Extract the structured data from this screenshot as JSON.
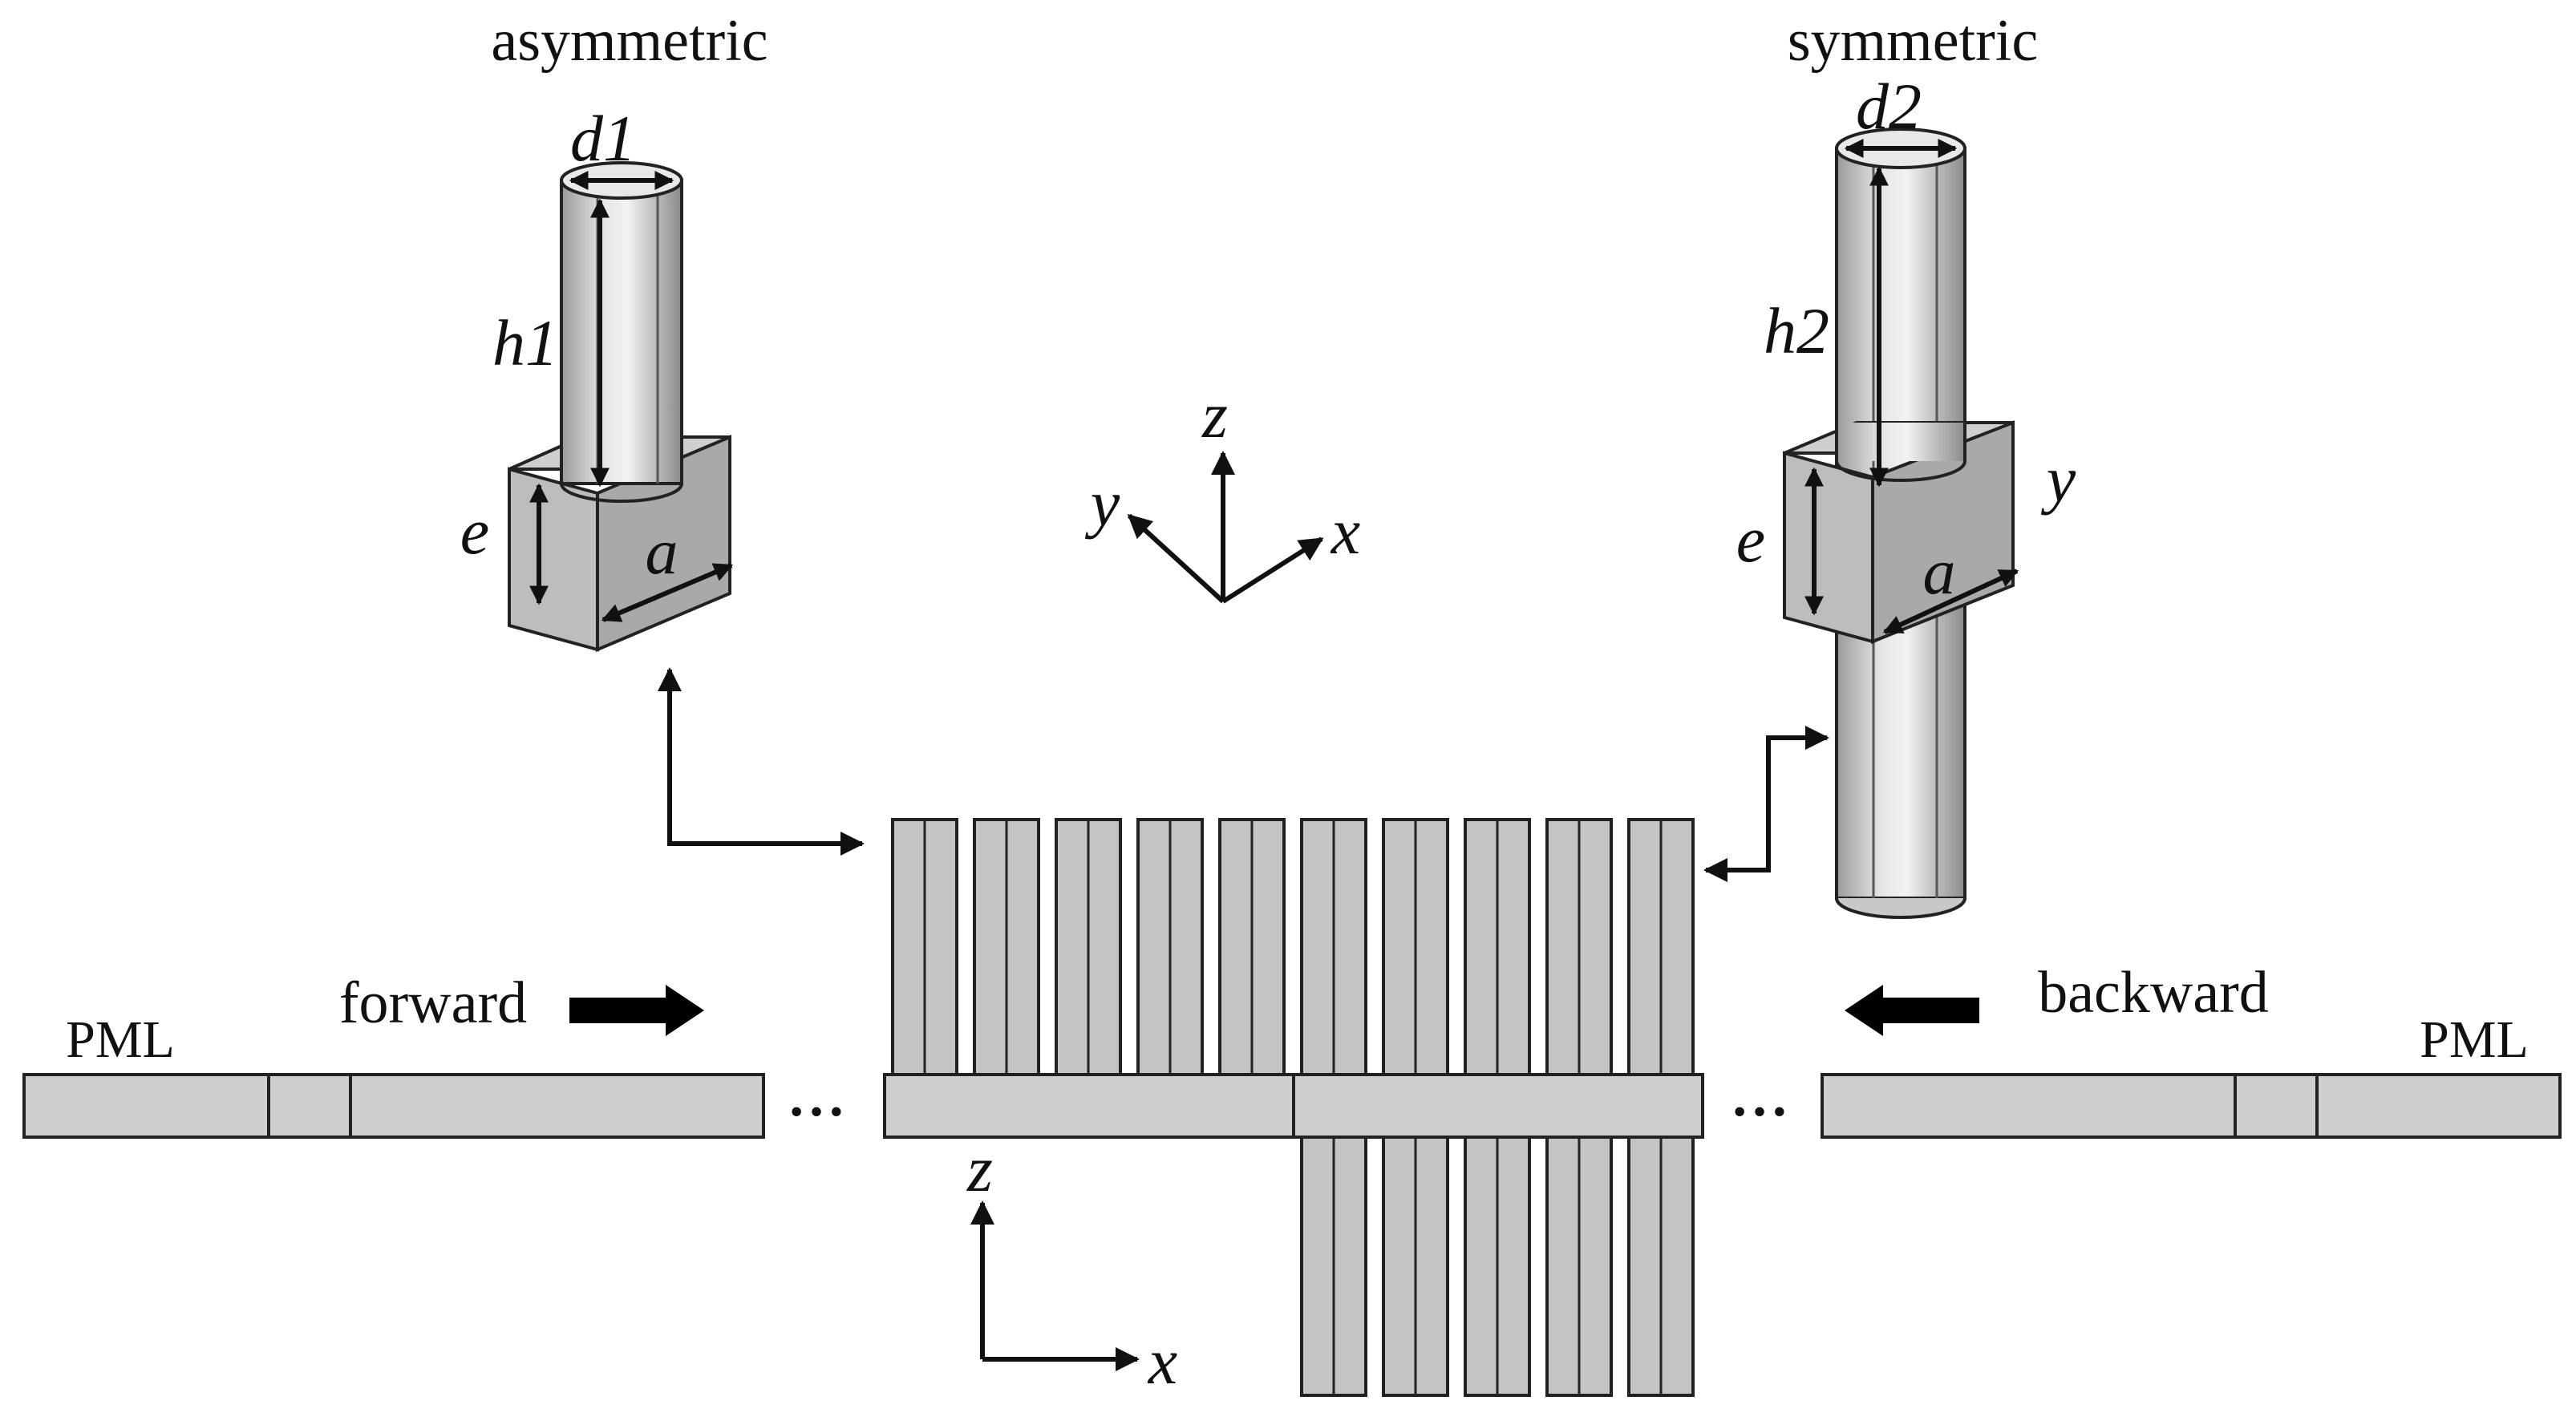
{
  "labels": {
    "asymmetric": "asymmetric",
    "symmetric": "symmetric",
    "pml_left": "PML",
    "pml_right": "PML",
    "forward": "forward",
    "backward": "backward",
    "dots_left": "•••",
    "dots_right": "•••"
  },
  "dimensions": {
    "d1": "d1",
    "h1": "h1",
    "e_left": "e",
    "a_left": "a",
    "d2": "d2",
    "h2": "h2",
    "e_right": "e",
    "a_right": "a",
    "y_right": "y"
  },
  "axes_3d": {
    "z": "z",
    "y": "y",
    "x": "x"
  },
  "axes_2d": {
    "z": "z",
    "x": "x"
  },
  "colors": {
    "gray_light": "#d3d3d3",
    "gray_mid": "#b8b8b8",
    "gray_dark": "#8c8c8c",
    "stroke": "#222222"
  },
  "structure": {
    "asymmetric_pillar_count": 5,
    "symmetric_pillar_count": 5
  }
}
